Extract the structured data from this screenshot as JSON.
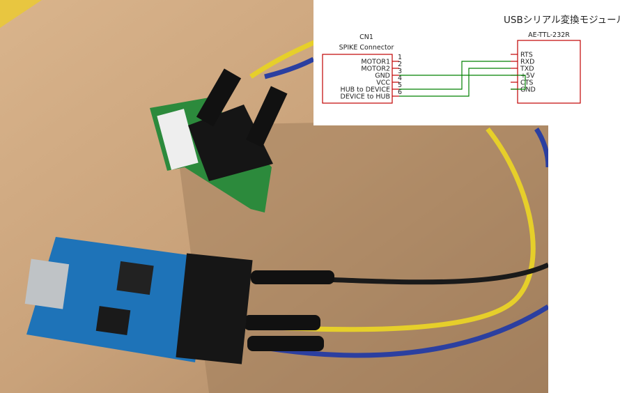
{
  "schematic": {
    "title": "USBシリアル変換モジュール",
    "left_connector": {
      "ref": "CN1",
      "name": "SPIKE Connector",
      "pins": [
        {
          "num": "1",
          "label": "MOTOR1"
        },
        {
          "num": "2",
          "label": "MOTOR2"
        },
        {
          "num": "3",
          "label": "GND"
        },
        {
          "num": "4",
          "label": "VCC"
        },
        {
          "num": "5",
          "label": "HUB to DEVICE"
        },
        {
          "num": "6",
          "label": "DEVICE to HUB"
        }
      ]
    },
    "right_module": {
      "name": "AE-TTL-232R",
      "pins": [
        "RTS",
        "RXD",
        "TXD",
        "+5V",
        "CTS",
        "GND"
      ]
    },
    "connections": [
      {
        "from": "GND",
        "to": "GND"
      },
      {
        "from": "HUB to DEVICE",
        "to": "RXD"
      },
      {
        "from": "DEVICE to HUB",
        "to": "TXD"
      }
    ],
    "colors": {
      "box": "#c00000",
      "wire": "#008000"
    }
  }
}
